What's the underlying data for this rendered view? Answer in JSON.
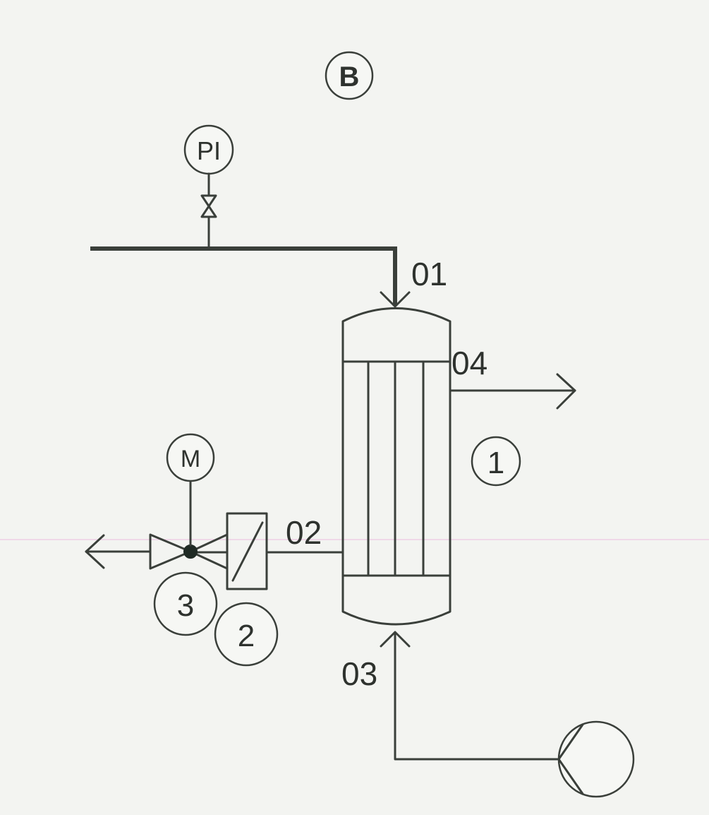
{
  "diagram": {
    "panel_label": "B",
    "instruments": {
      "pressure_indicator": "PI",
      "motor": "M"
    },
    "nozzles": {
      "n01": "01",
      "n02": "02",
      "n03": "03",
      "n04": "04"
    },
    "item_tags": {
      "column": "1",
      "filter": "2",
      "valve": "3"
    }
  }
}
